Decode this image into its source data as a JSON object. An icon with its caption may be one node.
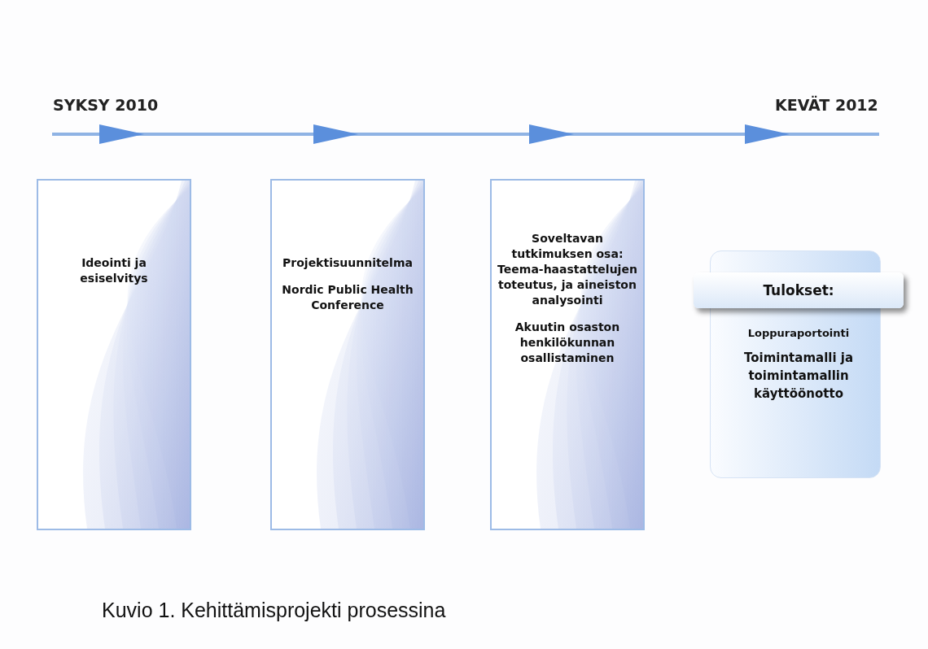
{
  "diagram": {
    "caption": "Kuvio 1. Kehittämisprojekti prosessina",
    "nodes": [
      {
        "text": [
          "Ideointi ja esiselvitys"
        ]
      },
      {
        "text": [
          "Projektisuunnitelma",
          "Nordic Public Health Conference"
        ]
      },
      {
        "text": [
          "Soveltavan tutkimuksen osa: Teema-haastattelujen toteutus, ja aineiston analysointi",
          "Akuutin osaston henkilökunnan osallistaminen"
        ]
      },
      {
        "text": [
          "Tulokset:",
          "Loppuraportointi",
          "Toimintamalli ja toimintamallin käyttöönotto"
        ]
      }
    ],
    "edges": [],
    "labels": [
      "SYKSY 2010",
      "KEVÄT 2012"
    ]
  }
}
